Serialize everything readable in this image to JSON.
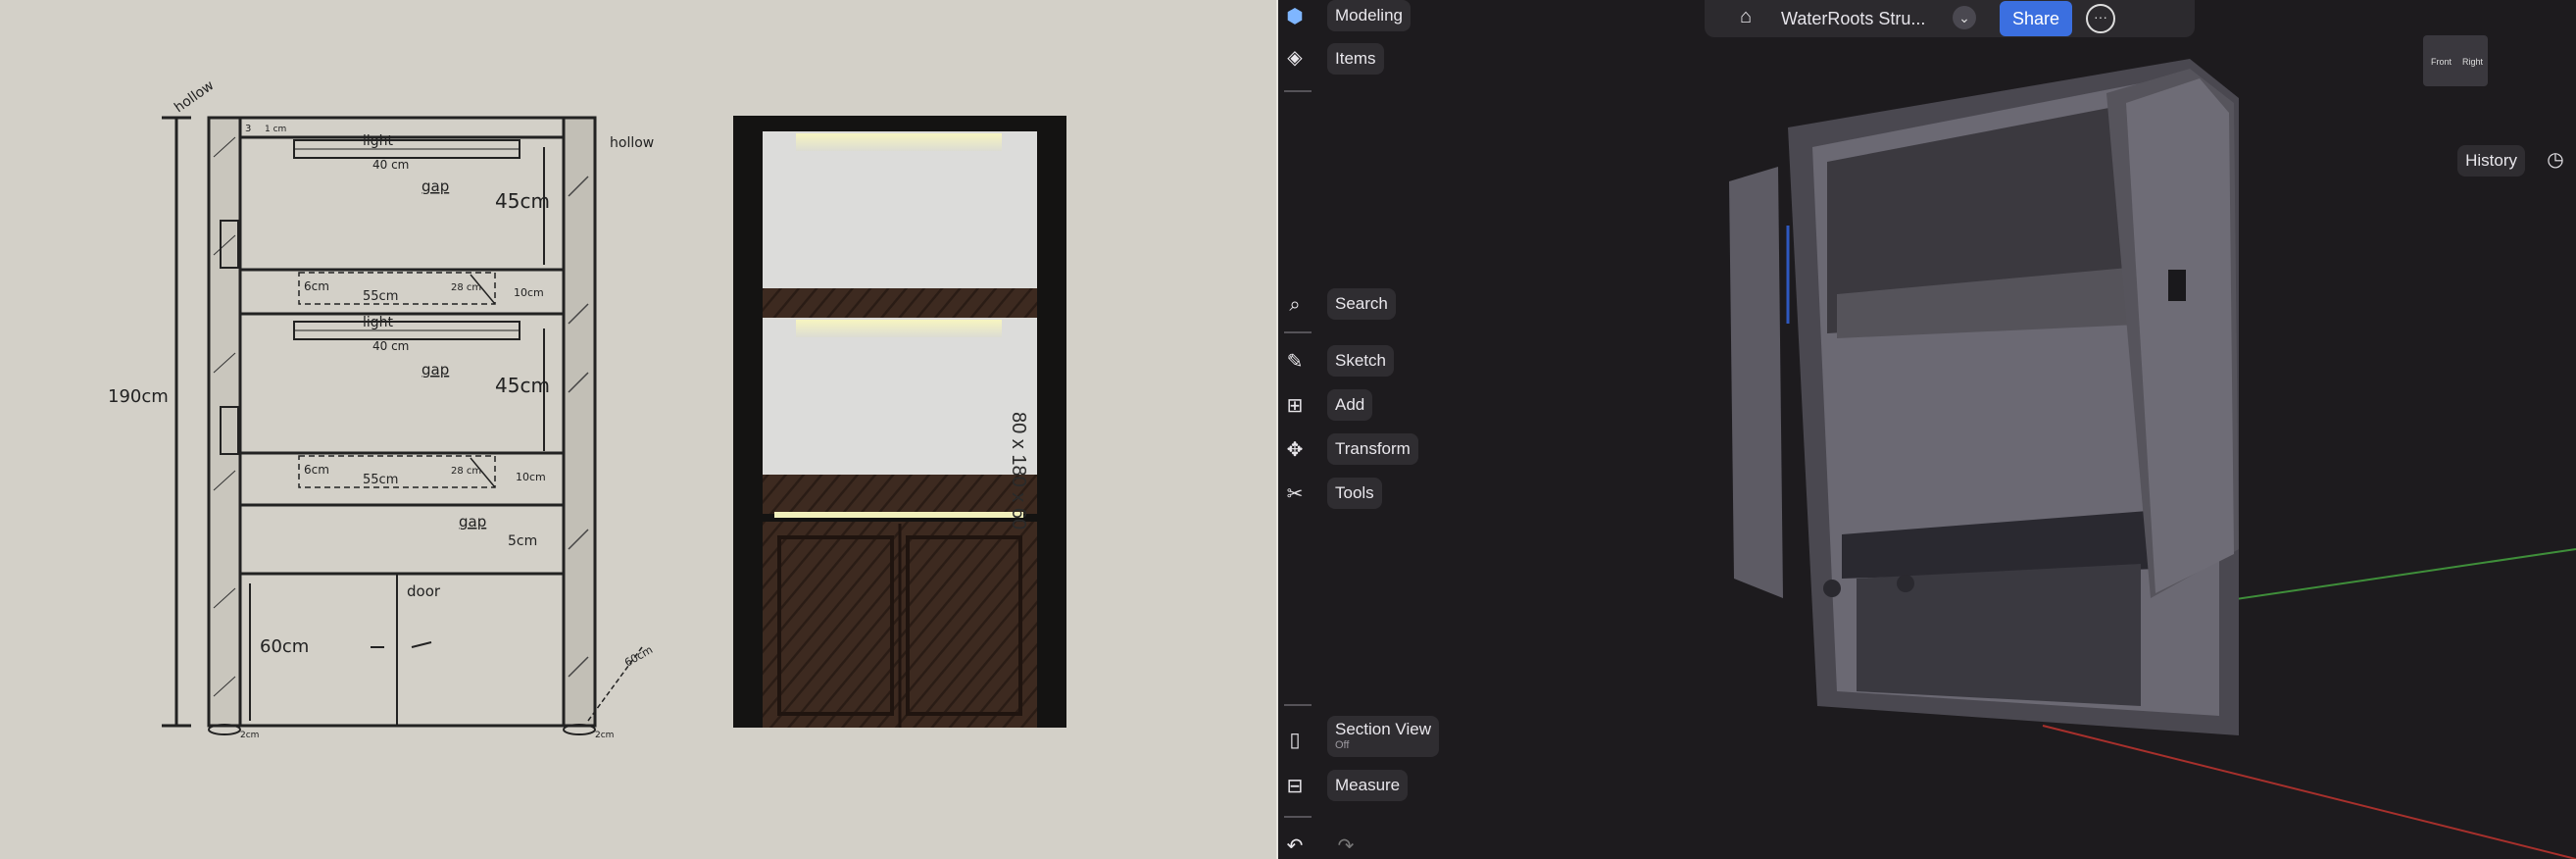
{
  "sketch": {
    "labels": {
      "hollow_left": "hollow",
      "hollow_right": "hollow",
      "light": "light",
      "width_40": "40 cm",
      "gap": "gap",
      "height_45": "45cm",
      "depth_6": "6cm",
      "width_55": "55cm",
      "depth_28": "28 cm",
      "height_10": "10cm",
      "height_5": "5cm",
      "height_190": "190cm",
      "height_60": "60cm",
      "door": "door",
      "depth_60": "60cm",
      "small_3": "3",
      "small_1": "1 cm",
      "small_2cm": "2cm"
    }
  },
  "render": {
    "dimension_label": "80 x 180 x 60"
  },
  "app": {
    "sidebar": {
      "modeling": "Modeling",
      "items": "Items",
      "search": "Search",
      "sketch": "Sketch",
      "add": "Add",
      "transform": "Transform",
      "tools": "Tools",
      "section_view": "Section View",
      "section_view_state": "Off",
      "measure": "Measure"
    },
    "topbar": {
      "title": "WaterRoots Stru...",
      "share": "Share"
    },
    "right_panel": {
      "history": "History",
      "viewcube_front": "Front",
      "viewcube_right": "Right"
    },
    "icons": {
      "modeling": "cube-icon",
      "items": "layers-icon",
      "home": "home-icon",
      "dropdown": "chevron-down-icon",
      "more": "more-icon",
      "search": "search-icon",
      "sketch": "pen-icon",
      "add": "plus-icon",
      "transform": "transform-icon",
      "tools": "tools-icon",
      "section_view": "section-icon",
      "measure": "ruler-icon",
      "history": "clock-icon",
      "undo": "undo-icon",
      "redo": "redo-icon"
    },
    "colors": {
      "accent": "#3b6fe0",
      "viewport_bg": "#1d1b1e",
      "panel_bg": "#2f2d31"
    }
  }
}
